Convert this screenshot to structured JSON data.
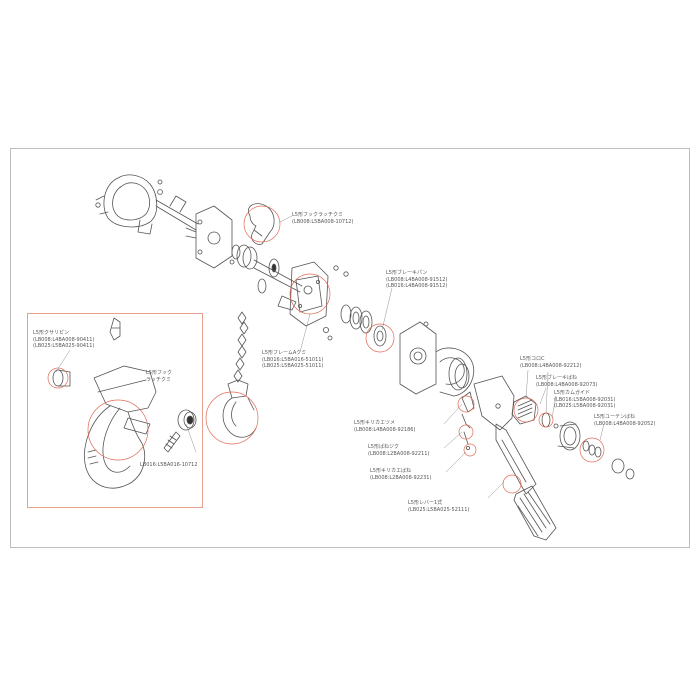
{
  "callouts": [
    {
      "id": "hook-latch-set-top",
      "lines": [
        "L5形フックラッチクミ",
        "(LB008:L5BA008-10712)"
      ]
    },
    {
      "id": "brake-pan",
      "lines": [
        "L5形ブレーキパン",
        "(LB008:L4BA008-91512)",
        "(LB016:L4BA008-91512)"
      ]
    },
    {
      "id": "frame-set",
      "lines": [
        "L5形フレームAクミ",
        "(LB016:L5BA016-51011)",
        "(LB025:L5BA025-51011)"
      ]
    },
    {
      "id": "collar",
      "lines": [
        "L5形コロC",
        "(LB008:L4BA008-92212)"
      ]
    },
    {
      "id": "brake-spring",
      "lines": [
        "L5形ブレーキばね",
        "(LB008:L4BA008-92073)"
      ]
    },
    {
      "id": "cam-guide",
      "lines": [
        "L5形カムガイド",
        "(LB016:L5BA008-92031)",
        "(LB025:L5BA008-92031)"
      ]
    },
    {
      "id": "return-spring",
      "lines": [
        "L5形ユーテンばね",
        "(LB008:L4BA008-92052)"
      ]
    },
    {
      "id": "switch-stopper",
      "lines": [
        "L5形キリカエツメ",
        "(LB008:L4BA008-92186)"
      ]
    },
    {
      "id": "spring-shaft",
      "lines": [
        "L5形ばねジク",
        "(LB008:L2BA008-92211)"
      ]
    },
    {
      "id": "switch-spring",
      "lines": [
        "L5形キリカエばね",
        "(LB008:L2BA008-92231)"
      ]
    },
    {
      "id": "lever-set",
      "lines": [
        "L5形レバー1式",
        "(LB025:L5BA025-52111)"
      ]
    },
    {
      "id": "grip-pin",
      "lines": [
        "L5形クサリピン",
        "(LB008:L4BA008-90411)",
        "(LB025:L5BA025-90411)"
      ]
    },
    {
      "id": "hook-latch-set-inset",
      "lines": [
        "L5形フック",
        "ラッチクミ"
      ]
    },
    {
      "id": "hook-latch-code-inset",
      "lines": [
        "LB016:L5BA016-10712"
      ]
    }
  ]
}
